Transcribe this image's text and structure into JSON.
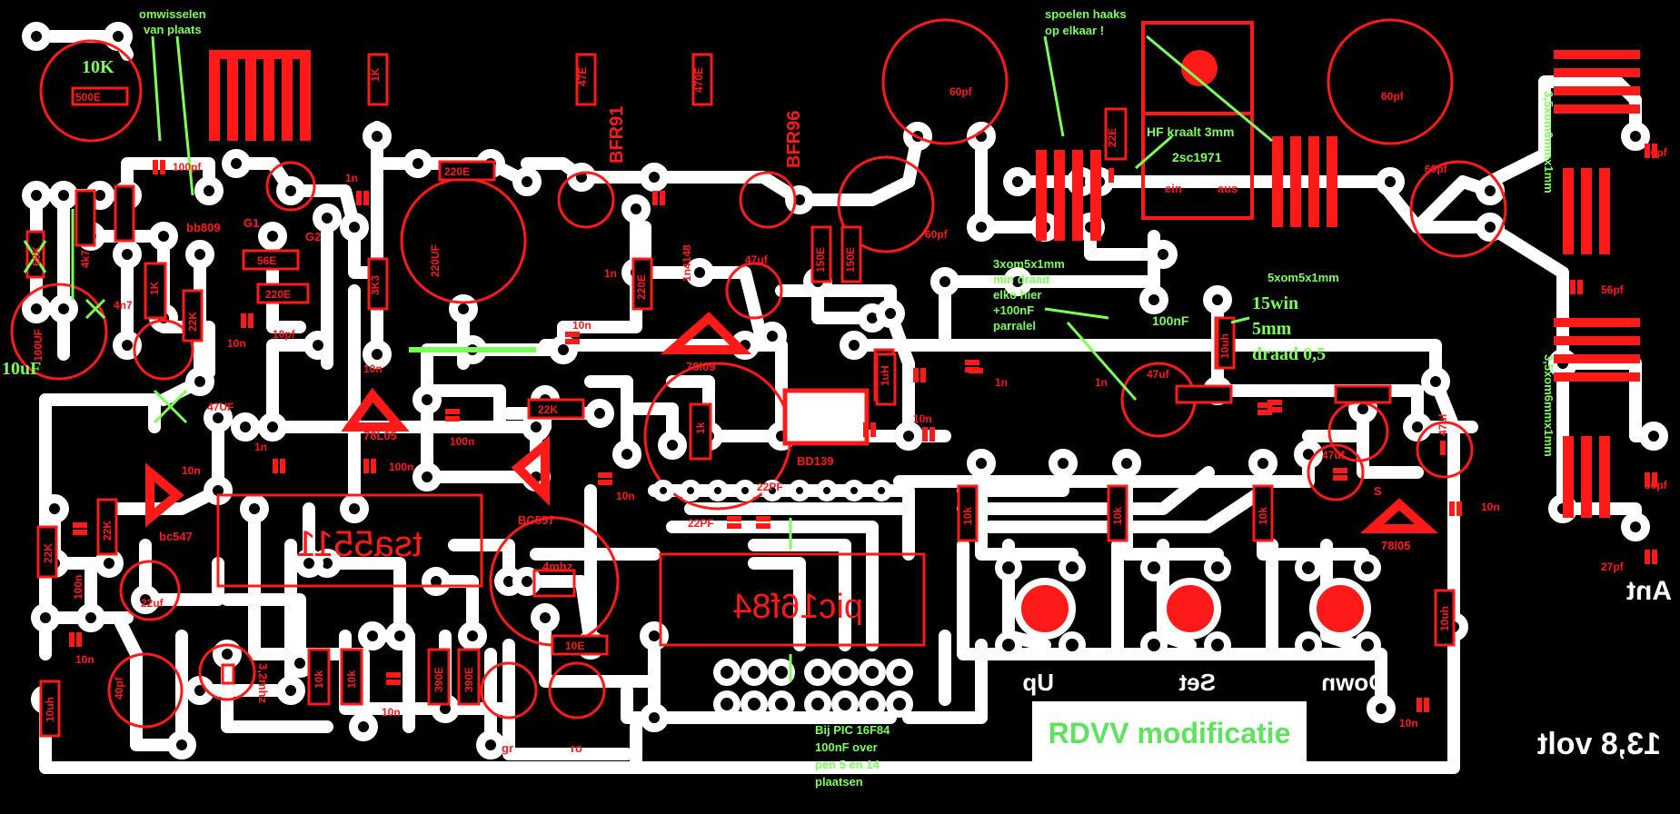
{
  "notes": {
    "swap": [
      "omwisselen",
      "van plaats"
    ],
    "coils_hooks": [
      "spoelen haaks",
      "op elkaar !"
    ],
    "hf_bead": "HF kraalt 3mm",
    "transistor_2sc": "2sc1971",
    "coil_left": [
      "3xom5x1mm",
      "min draad",
      "elko hier",
      "+100nF",
      "parralel"
    ],
    "coil_cap": "100nF",
    "coil_right": "5xom5x1mm",
    "winding": [
      "15win",
      "5mm",
      "draad 0,5"
    ],
    "pic_note": [
      "Bij PIC 16F84",
      "100nF over",
      "pen 5 en 14",
      "plaatsen"
    ],
    "ant_coil_1": "3,5xom6mmx1mm",
    "ant_coil_2": "3,5xom6mmx1mm",
    "ten_k": "10K",
    "ten_uf": "10uF"
  },
  "banner": "RDVV modificatie",
  "board_labels": {
    "ant": "Ant",
    "volt": "13,8 volt",
    "up": "Up",
    "set": "Set",
    "down": "Down",
    "tsa": "tsa5511",
    "pic": "pic16f84",
    "bfr91": "BFR91",
    "bfr96": "BFR96",
    "bd139": "BD139",
    "bc557": "BC557",
    "bc547": "bc547",
    "bb809": "bb809",
    "l7809": "78l09",
    "l7805a": "78L05",
    "l7805b": "78l05",
    "mhz4": "4mhz",
    "mhz3": "3,2mhz",
    "in4148": "1n4148",
    "g1": "G1",
    "g2": "G2",
    "gr": "gr",
    "ro": "ro",
    "ein": "ein",
    "aus": "aus",
    "s": "S"
  },
  "component_values": {
    "r500e": "500E",
    "r1k_a": "1K",
    "r47e": "47E",
    "r470e": "470E",
    "r22e": "22E",
    "r220e_a": "220E",
    "r220e_b": "220E",
    "r220e_c": "220E",
    "r56e": "56E",
    "r3k3": "3K3",
    "r22k_a": "22K",
    "r22k_b": "22K",
    "r22k_c": "22K",
    "r22k_d": "22K",
    "r1k_b": "1K",
    "r150e_a": "150E",
    "r150e_b": "150E",
    "r1k_pot": "1k",
    "r10k_a": "10k",
    "r10k_b": "10k",
    "r10k_c": "10k",
    "r10k_d": "10k",
    "r10k_e": "10k",
    "r390e_a": "390E",
    "r390e_b": "390E",
    "r10e": "10E",
    "r68k": "68K",
    "r4k7": "4k7",
    "c100pf": "100pf",
    "c1n_a": "1n",
    "c1n_b": "1n",
    "c1n_c": "1n",
    "c1n_d": "1n",
    "c1n_e": "1n",
    "c10n_a": "10n",
    "c10n_b": "10n",
    "c10n_c": "10n",
    "c10n_d": "10n",
    "c10n_e": "10n",
    "c10n_f": "10n",
    "c10n_g": "10n",
    "c10n_h": "10n",
    "c10n_i": "10n",
    "c10n_j": "10n",
    "c100n_a": "100n",
    "c100n_b": "100n",
    "c100n_c": "100n",
    "c10pf": "10pf",
    "c4n7": "4n7",
    "c220uf": "220UF",
    "c100uf": "100UF",
    "c47uf_a": "47uf",
    "c47uf_b": "47UF",
    "c47uf_c": "47uf",
    "c47uf_d": "47uf",
    "c47uf_e": "47uf",
    "c22uf": "22uf",
    "c22pf_a": "22PF",
    "c22pf_b": "22PF",
    "c40pf": "40pf",
    "c60pf_a": "60pf",
    "c60pf_b": "60pf",
    "c60pf_c": "60pf",
    "c60pf_d": "60pf",
    "c56pf_a": "56pf",
    "c56pf_b": "56pf",
    "c56pf_c": "56pf",
    "c27pf": "27pf",
    "l1uh": "1uH",
    "l10uh_a": "10uh",
    "l10uh_b": "10uh",
    "l10uh_c": "10uh"
  },
  "colors": {
    "board": "#000000",
    "trace": "#ffffff",
    "component": "#ff1a1a",
    "note": "#7dff5a"
  }
}
